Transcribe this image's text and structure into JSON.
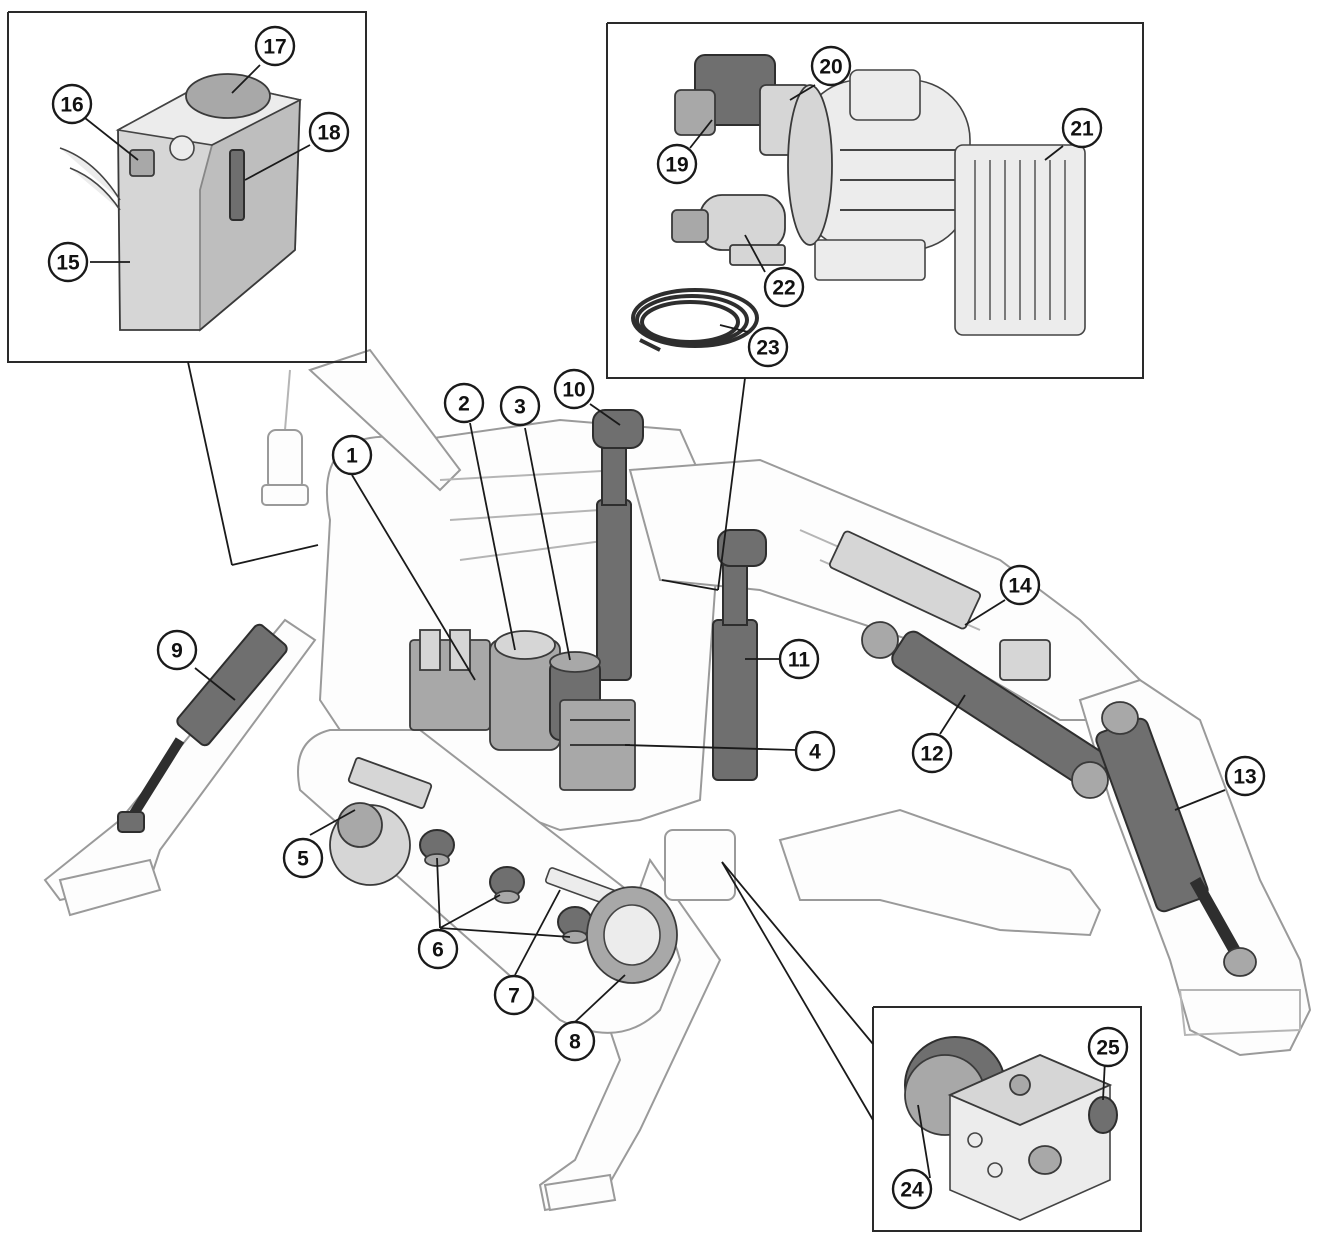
{
  "callouts": [
    {
      "label": "1"
    },
    {
      "label": "2"
    },
    {
      "label": "3"
    },
    {
      "label": "4"
    },
    {
      "label": "5"
    },
    {
      "label": "6"
    },
    {
      "label": "7"
    },
    {
      "label": "8"
    },
    {
      "label": "9"
    },
    {
      "label": "10"
    },
    {
      "label": "11"
    },
    {
      "label": "12"
    },
    {
      "label": "13"
    },
    {
      "label": "14"
    },
    {
      "label": "15"
    },
    {
      "label": "16"
    },
    {
      "label": "17"
    },
    {
      "label": "18"
    },
    {
      "label": "19"
    },
    {
      "label": "20"
    },
    {
      "label": "21"
    },
    {
      "label": "22"
    },
    {
      "label": "23"
    },
    {
      "label": "24"
    },
    {
      "label": "25"
    }
  ],
  "colors": {
    "line": "#1a1a1a",
    "part_dark": "#6f6f6f",
    "part_mid": "#a8a8a8",
    "part_light": "#d6d6d6",
    "machine_outline": "#9a9a9a"
  }
}
